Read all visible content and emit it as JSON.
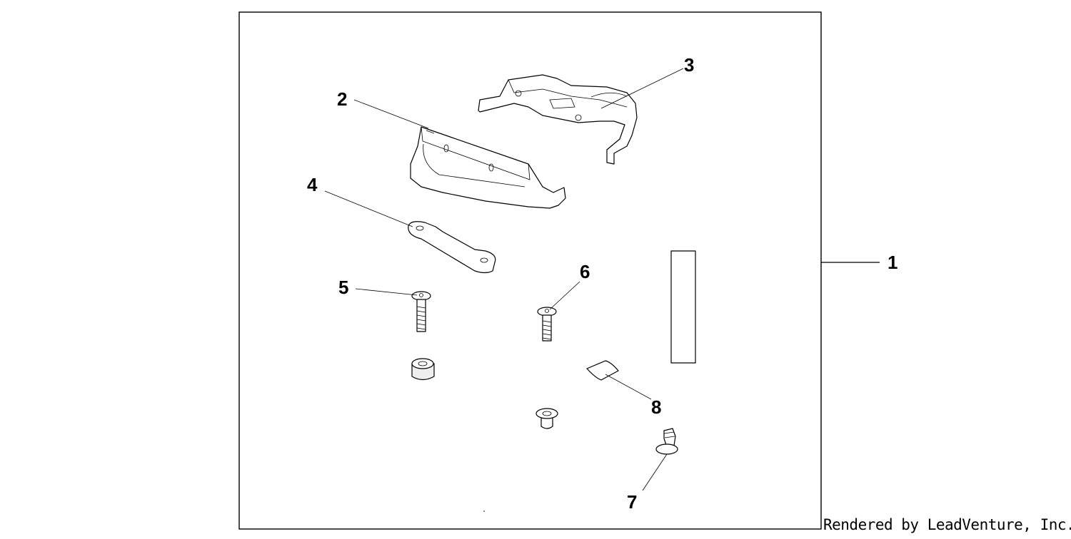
{
  "diagram": {
    "kit_callout": "1",
    "parts": [
      {
        "id": "2",
        "label": "2"
      },
      {
        "id": "3",
        "label": "3"
      },
      {
        "id": "4",
        "label": "4"
      },
      {
        "id": "5",
        "label": "5"
      },
      {
        "id": "6",
        "label": "6"
      },
      {
        "id": "7",
        "label": "7"
      },
      {
        "id": "8",
        "label": "8"
      }
    ]
  },
  "footer": {
    "watermark": "Rendered by LeadVenture, Inc."
  },
  "colors": {
    "line": "#000000",
    "background": "#ffffff",
    "shade": "#eeeeee"
  }
}
